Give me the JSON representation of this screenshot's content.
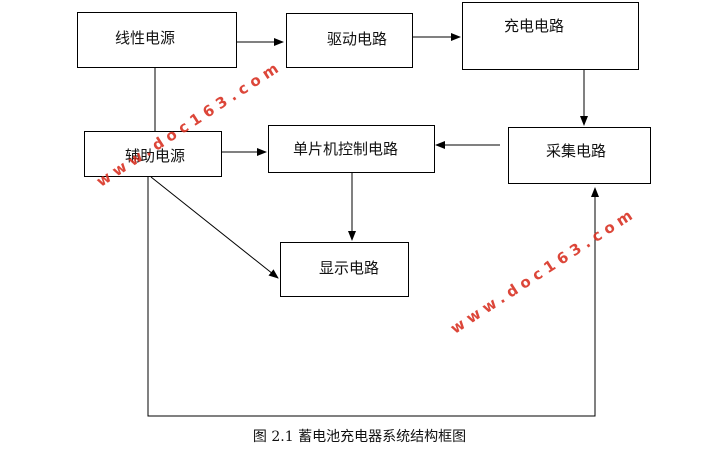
{
  "diagram": {
    "nodes": {
      "linear_power": "线性电源",
      "driver_circuit": "驱动电路",
      "charge_circuit": "充电电路",
      "aux_power": "辅助电源",
      "mcu_control": "单片机控制电路",
      "sampling_circuit": "采集电路",
      "display_circuit": "显示电路"
    },
    "edges": [
      {
        "from": "linear_power",
        "to": "driver_circuit"
      },
      {
        "from": "driver_circuit",
        "to": "charge_circuit"
      },
      {
        "from": "charge_circuit",
        "to": "sampling_circuit"
      },
      {
        "from": "sampling_circuit",
        "to": "mcu_control"
      },
      {
        "from": "aux_power",
        "to": "mcu_control"
      },
      {
        "from": "mcu_control",
        "to": "display_circuit"
      },
      {
        "from": "aux_power",
        "to": "display_circuit"
      },
      {
        "from": "aux_power",
        "to": "sampling_circuit"
      },
      {
        "from": "linear_power",
        "to": "aux_power"
      }
    ],
    "caption": "图 2.1 蓄电池充电器系统结构框图"
  },
  "watermark": {
    "text": "www.doc163.com",
    "color": "#d93324"
  }
}
